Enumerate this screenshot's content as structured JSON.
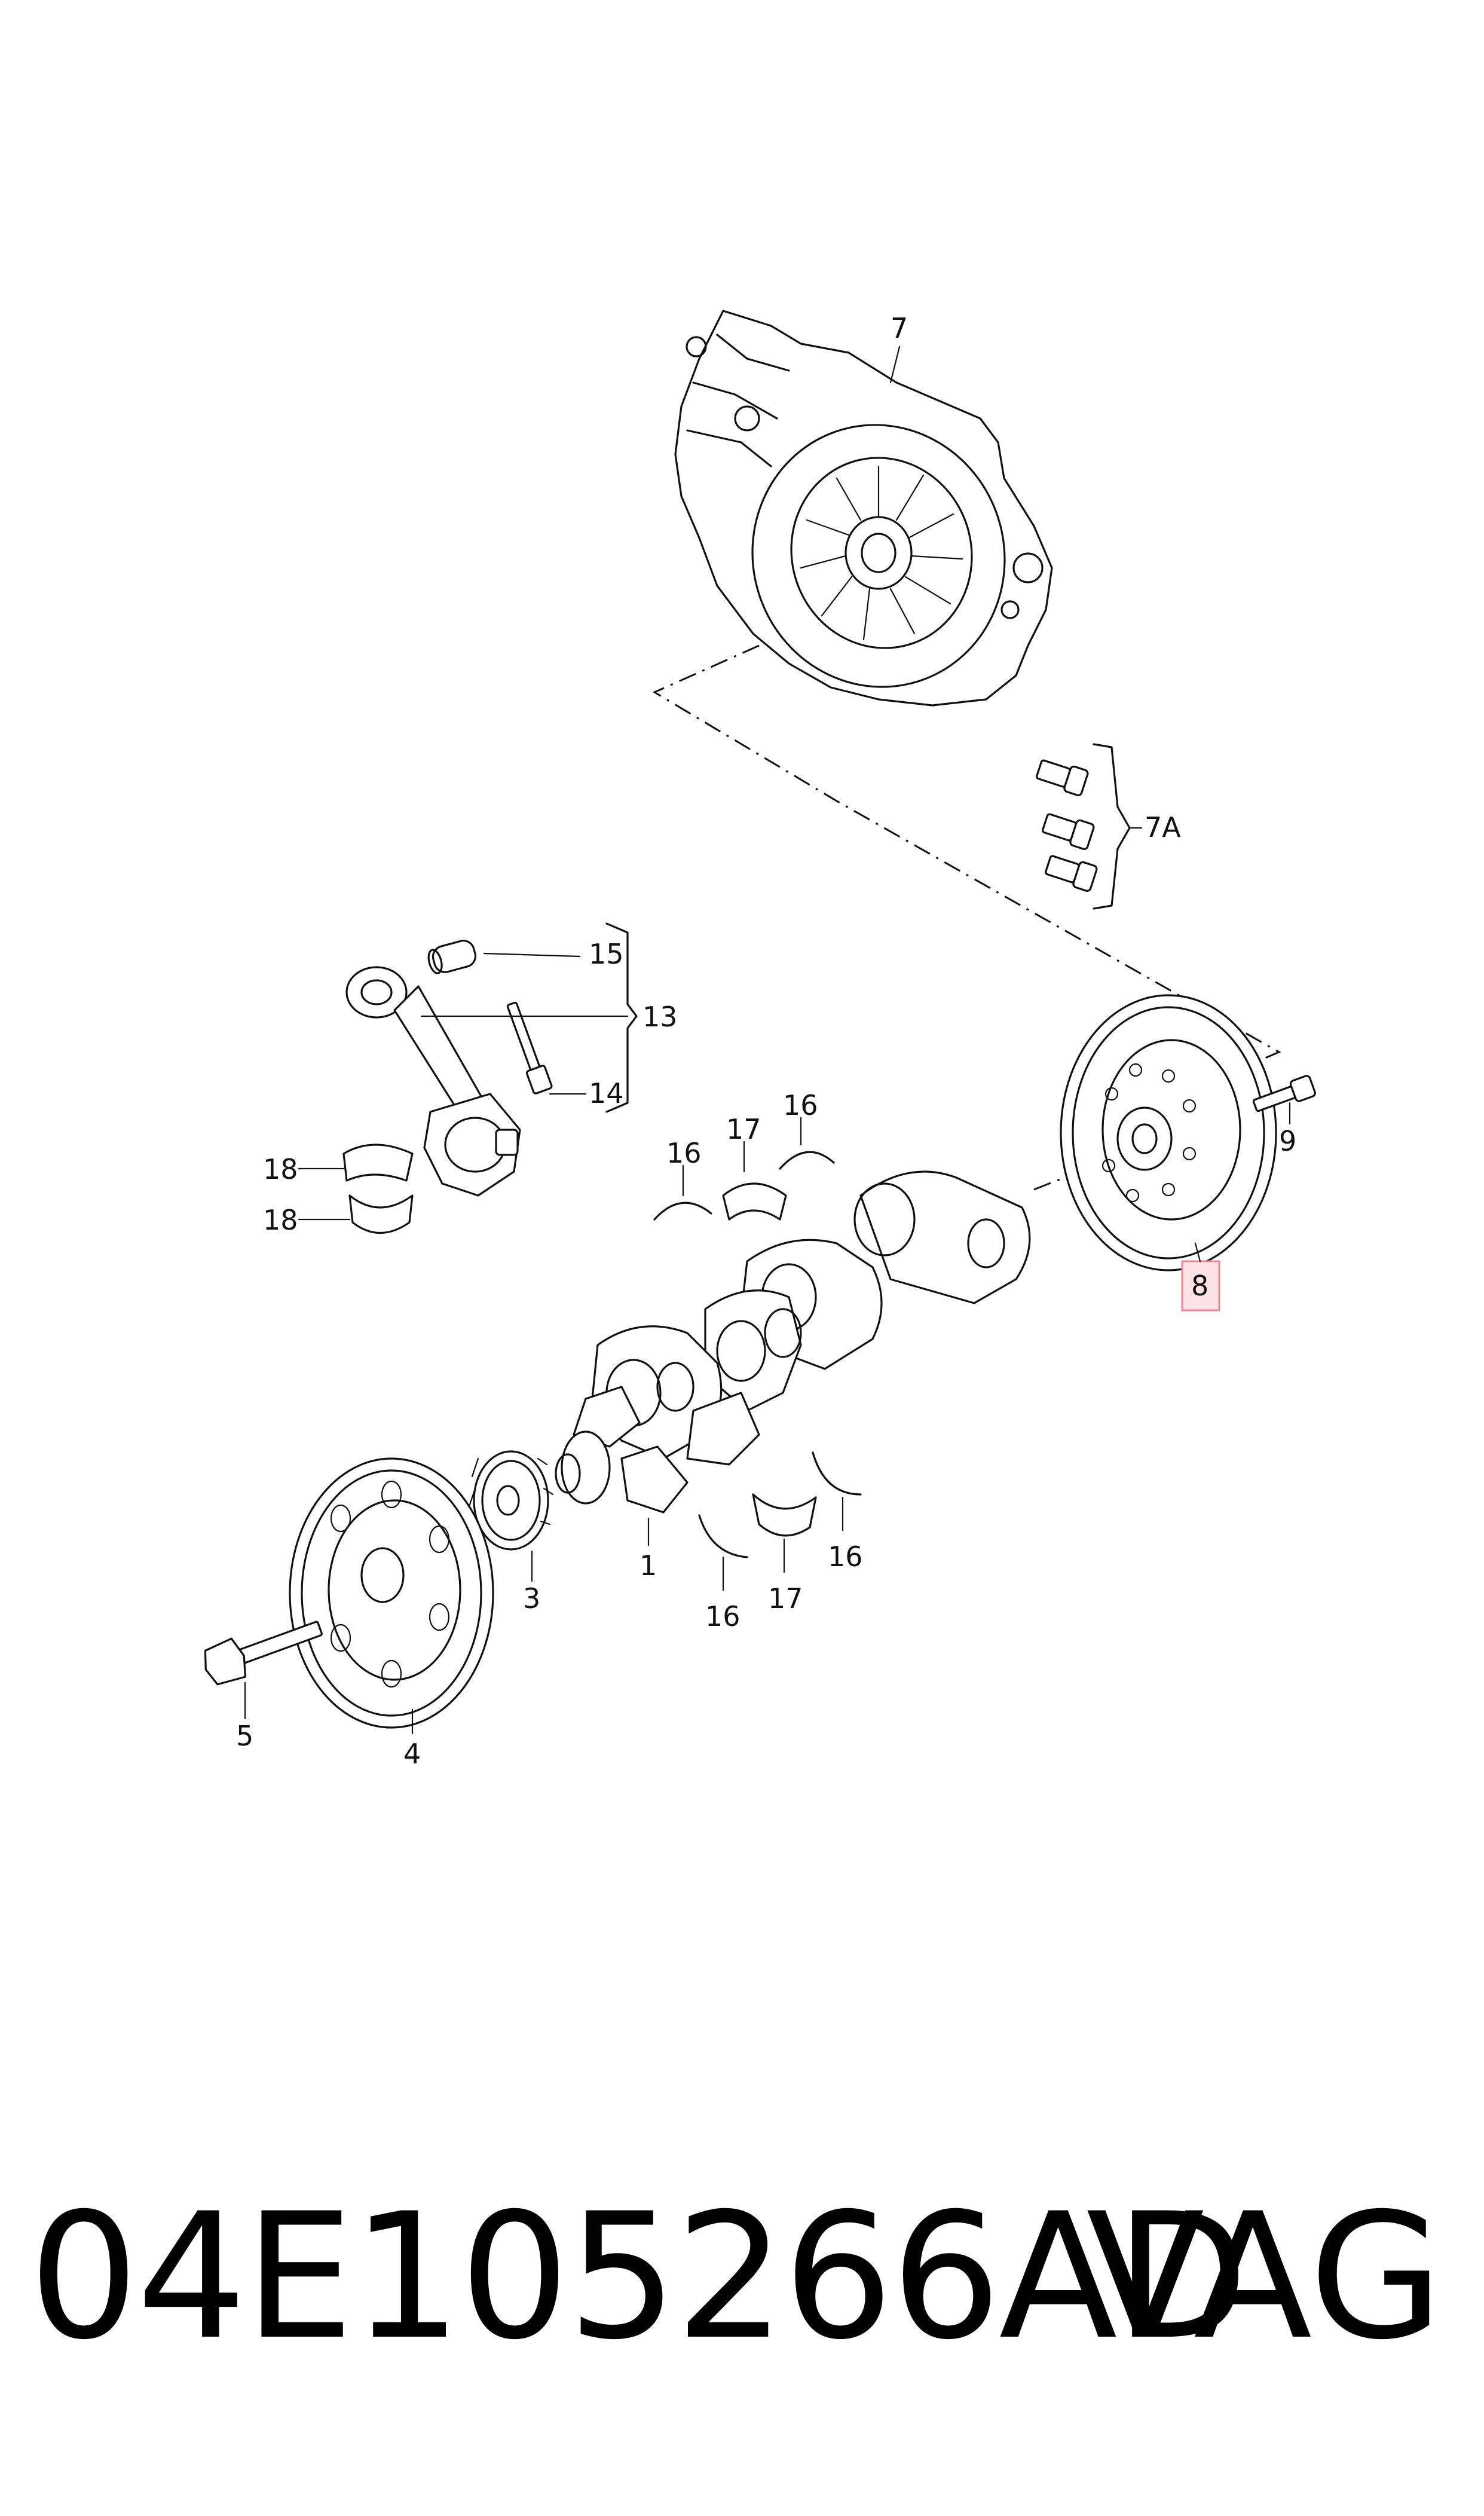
{
  "callouts": {
    "c1": "1",
    "c3": "3",
    "c4": "4",
    "c5": "5",
    "c7": "7",
    "c7a": "7A",
    "c8": "8",
    "c9": "9",
    "c13": "13",
    "c14": "14",
    "c15": "15",
    "c16a": "16",
    "c16b": "16",
    "c16c": "16",
    "c16d": "16",
    "c17a": "17",
    "c17b": "17",
    "c18a": "18",
    "c18b": "18"
  },
  "highlight": {
    "color": "#fde3e6",
    "border": "#e8879a",
    "part": "8"
  },
  "footer": {
    "part_number": "04E105266AD",
    "brand": "VAG"
  }
}
